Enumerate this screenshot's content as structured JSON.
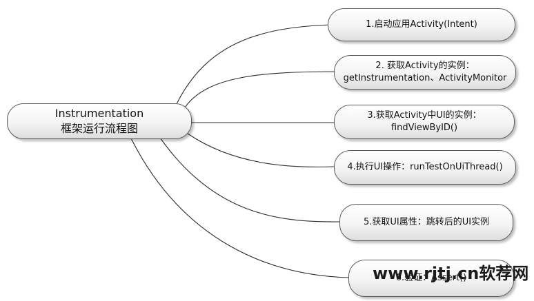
{
  "central": {
    "line1": "Instrumentation",
    "line2": "框架运行流程图"
  },
  "steps": [
    {
      "line1": "1.启动应用Activity(Intent)"
    },
    {
      "line1": "2. 获取Activity的实例：",
      "line2": "getInstrumentation、ActivityMonitor"
    },
    {
      "line1": "3.获取Activity中UI的实例：",
      "line2": "findViewByID()"
    },
    {
      "line1": "4.执行UI操作：runTestOnUiThread()"
    },
    {
      "line1": "5.获取UI属性：跳转后的UI实例"
    },
    {
      "line1": "6.验证：Assert()"
    }
  ],
  "watermark": "www.rjtj.cn软荐网",
  "colors": {
    "border": "#5b5b5b",
    "connector": "#2b2b2b"
  }
}
